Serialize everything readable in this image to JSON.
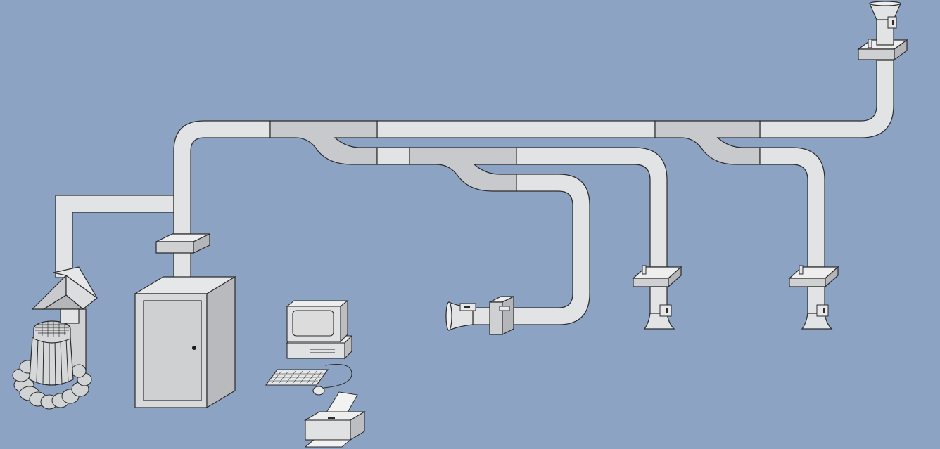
{
  "diagram": {
    "colors": {
      "background": "#8ca3c3",
      "duct": "#e2e3e5",
      "duct_fitting": "#c8c9cc",
      "outline": "#2b2b2b",
      "cabinet_side": "#b9babd",
      "cabinet_front": "#d8d9db",
      "screen": "#dcdcdc"
    },
    "components": [
      {
        "id": "extraction-fan",
        "icon": "centrifugal-fan-icon"
      },
      {
        "id": "filter-cabinet",
        "icon": "cabinet-icon"
      },
      {
        "id": "computer-workstation",
        "icon": "computer-icon"
      },
      {
        "id": "printer",
        "icon": "printer-icon"
      },
      {
        "id": "wall-exhaust-hood",
        "icon": "horizontal-hood-icon"
      },
      {
        "id": "drop-hood-1",
        "icon": "drop-hood-icon"
      },
      {
        "id": "drop-hood-2",
        "icon": "drop-hood-icon"
      },
      {
        "id": "roof-exhaust-stack",
        "icon": "exhaust-stack-icon"
      }
    ]
  }
}
